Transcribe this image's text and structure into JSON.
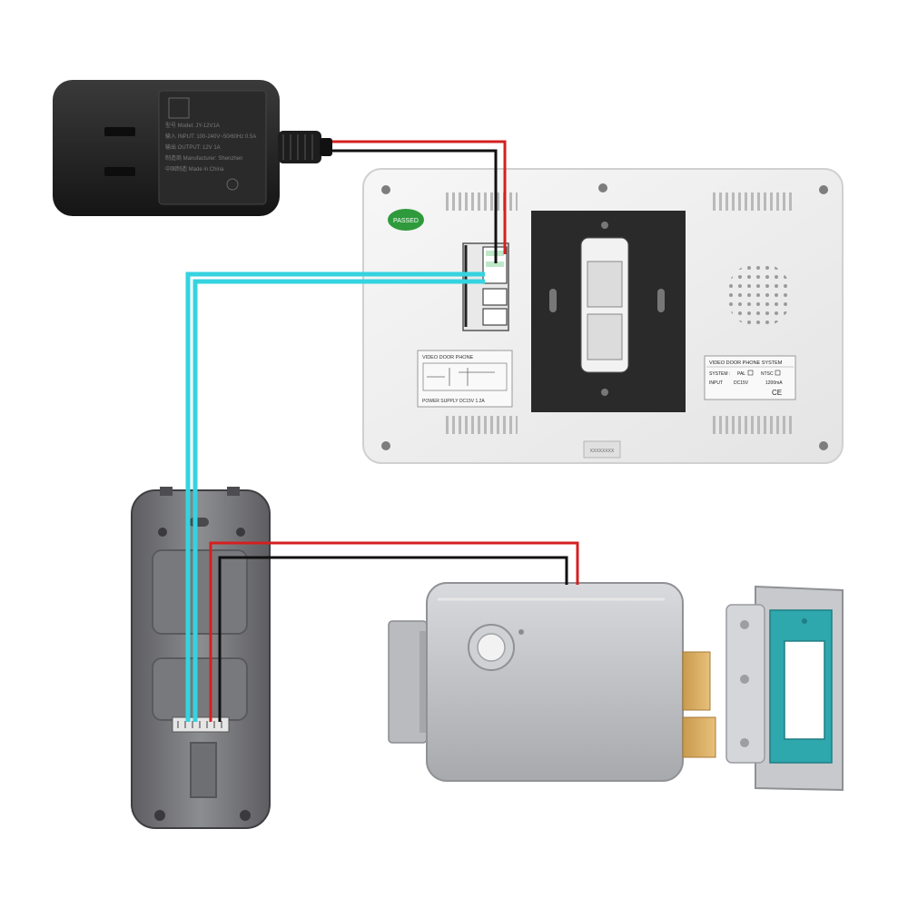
{
  "power_adapter": {
    "label_lines": [
      "型号 Model: JY-12V1A",
      "输入 INPUT: 100-240V~50/60Hz 0.5A",
      "输出 OUTPUT: 12V 1A",
      "制造商 Manufacturer: Shenzhen",
      "中国制造 Made in China"
    ]
  },
  "monitor": {
    "green_sticker": "PASSED",
    "left_label_title": "VIDEO DOOR PHONE",
    "left_label_bottom": "POWER SUPPLY DC15V 1.2A",
    "right_label": {
      "title": "VIDEO DOOR PHONE SYSTEM",
      "system_label": "SYSTEM :",
      "pal": "PAL",
      "ntsc": "NTSC",
      "input_label": "INPUT",
      "input_value": "DC15V",
      "current": "1200mA",
      "ce": "CE"
    },
    "bottom_sticker": "XXXXXXXX"
  },
  "wire_colors": {
    "red": "#d42020",
    "black": "#111111",
    "cyan": "#35d3e0"
  },
  "icons": {
    "adapter": "power-adapter-icon",
    "monitor": "monitor-back-icon",
    "speaker": "speaker-grille-icon",
    "camera": "outdoor-camera-icon",
    "lock": "electric-lock-icon",
    "strike": "strike-plate-icon"
  }
}
